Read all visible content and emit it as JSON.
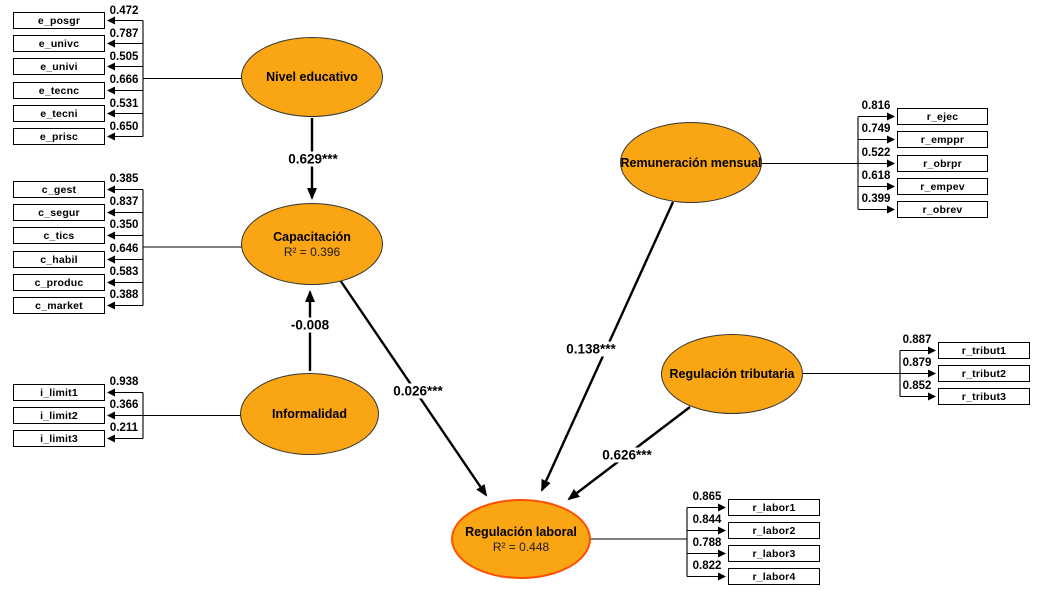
{
  "latents": {
    "nivel": {
      "label": "Nivel educativo"
    },
    "capacitacion": {
      "label": "Capacitación",
      "r2": "R² = 0.396"
    },
    "informalidad": {
      "label": "Informalidad"
    },
    "remuneracion": {
      "label": "Remuneración mensual"
    },
    "tributaria": {
      "label": "Regulación tributaria"
    },
    "laboral": {
      "label": "Regulación laboral",
      "r2": "R² = 0.448"
    }
  },
  "indicators": {
    "nivel": [
      {
        "name": "e_posgr",
        "loading": "0.472"
      },
      {
        "name": "e_univc",
        "loading": "0.787"
      },
      {
        "name": "e_univi",
        "loading": "0.505"
      },
      {
        "name": "e_tecnc",
        "loading": "0.666"
      },
      {
        "name": "e_tecni",
        "loading": "0.531"
      },
      {
        "name": "e_prisc",
        "loading": "0.650"
      }
    ],
    "capacitacion": [
      {
        "name": "c_gest",
        "loading": "0.385"
      },
      {
        "name": "c_segur",
        "loading": "0.837"
      },
      {
        "name": "c_tics",
        "loading": "0.350"
      },
      {
        "name": "c_habil",
        "loading": "0.646"
      },
      {
        "name": "c_produc",
        "loading": "0.583"
      },
      {
        "name": "c_market",
        "loading": "0.388"
      }
    ],
    "informalidad": [
      {
        "name": "i_limit1",
        "loading": "0.938"
      },
      {
        "name": "i_limit2",
        "loading": "0.366"
      },
      {
        "name": "i_limit3",
        "loading": "0.211"
      }
    ],
    "remuneracion": [
      {
        "name": "r_ejec",
        "loading": "0.816"
      },
      {
        "name": "r_emppr",
        "loading": "0.749"
      },
      {
        "name": "r_obrpr",
        "loading": "0.522"
      },
      {
        "name": "r_empev",
        "loading": "0.618"
      },
      {
        "name": "r_obrev",
        "loading": "0.399"
      }
    ],
    "tributaria": [
      {
        "name": "r_tribut1",
        "loading": "0.887"
      },
      {
        "name": "r_tribut2",
        "loading": "0.879"
      },
      {
        "name": "r_tribut3",
        "loading": "0.852"
      }
    ],
    "laboral": [
      {
        "name": "r_labor1",
        "loading": "0.865"
      },
      {
        "name": "r_labor2",
        "loading": "0.844"
      },
      {
        "name": "r_labor3",
        "loading": "0.788"
      },
      {
        "name": "r_labor4",
        "loading": "0.822"
      }
    ]
  },
  "paths": [
    {
      "from": "Nivel educativo",
      "to": "Capacitación",
      "coef": "0.629***"
    },
    {
      "from": "Informalidad",
      "to": "Capacitación",
      "coef": "-0.008"
    },
    {
      "from": "Capacitación",
      "to": "Regulación laboral",
      "coef": "0.026***"
    },
    {
      "from": "Remuneración mensual",
      "to": "Regulación laboral",
      "coef": "0.138***"
    },
    {
      "from": "Regulación tributaria",
      "to": "Regulación laboral",
      "coef": "0.626***"
    }
  ],
  "colors": {
    "node_fill": "#FAA514",
    "node_border": "#333333",
    "highlight_border": "#FF4E00",
    "line": "#000000",
    "background": "#FFFFFF"
  }
}
